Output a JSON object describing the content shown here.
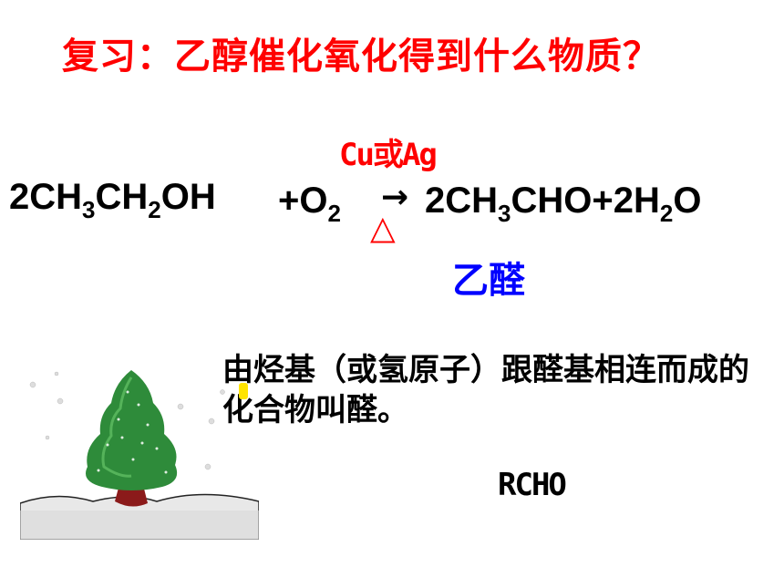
{
  "slide": {
    "title": "复习：乙醇催化氧化得到什么物质？",
    "catalyst": "Cu或Ag",
    "equation": {
      "lhs_coef": "2CH",
      "lhs_sub1": "3",
      "lhs_mid": "CH",
      "lhs_sub2": "2",
      "lhs_end": "OH",
      "plus_o": "+O",
      "o_sub": "2",
      "arrow": "→",
      "heat": "△",
      "rhs_start": "2CH",
      "rhs_sub1": "3",
      "rhs_mid": "CHO+2H",
      "rhs_sub2": "2",
      "rhs_end": "O"
    },
    "product_name": "乙醛",
    "definition": "由烃基（或氢原子）跟醛基相连而成的化合物叫醛。",
    "general_formula": "RCHO"
  },
  "colors": {
    "title": "#ff0000",
    "catalyst": "#ff0000",
    "product_name": "#0000ff",
    "tree": "#2e8b3a",
    "trunk": "#8b1a1a"
  },
  "decor": {
    "illustration": "snowy-pine-tree-icon"
  }
}
